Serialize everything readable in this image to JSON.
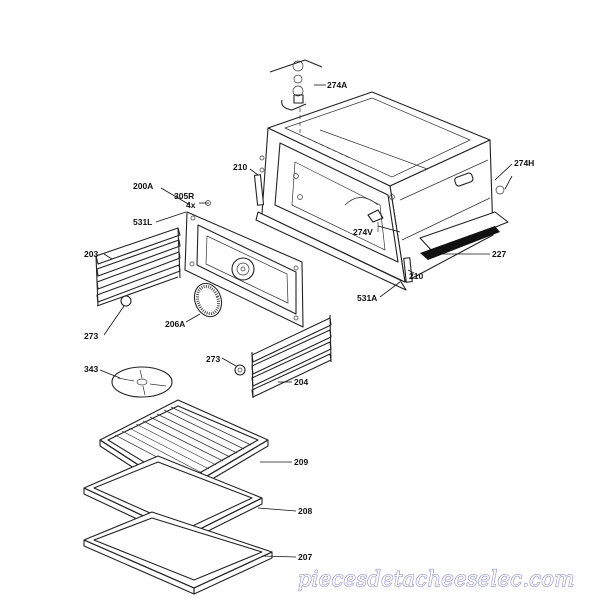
{
  "diagram": {
    "callouts": {
      "c274A": "274A",
      "c274H": "274H",
      "c210a": "210",
      "c200A": "200A",
      "c305R": "305R",
      "c4x": "4x",
      "c531L": "531L",
      "c274V": "274V",
      "c227": "227",
      "c210b": "210",
      "c203": "203",
      "c531A": "531A",
      "c273a": "273",
      "c206A": "206A",
      "c273b": "273",
      "c343": "343",
      "c204": "204",
      "c209": "209",
      "c208": "208",
      "c207": "207"
    },
    "watermark": "piecesdetacheeselec.com"
  }
}
